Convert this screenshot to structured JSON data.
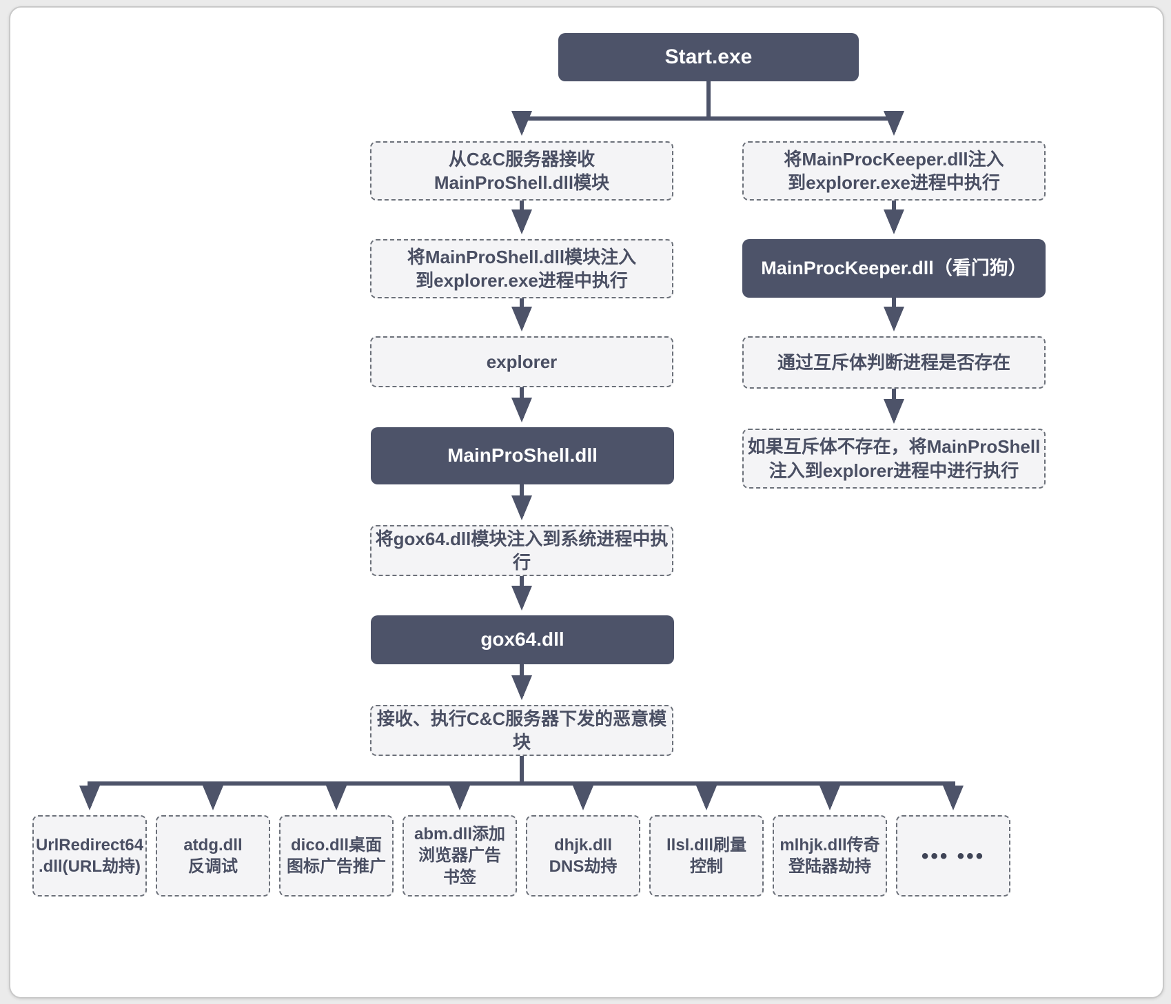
{
  "colors": {
    "dark_box": "#4d5369",
    "light_box_fill": "#f4f4f6",
    "dashed_border": "#6b7079",
    "connector": "#4d5369",
    "dark_text": "#4a4f63",
    "light_text": "#ffffff"
  },
  "flowchart": {
    "root": {
      "label": "Start.exe"
    },
    "left_branch": [
      {
        "label": "从C&C服务器接收\nMainProShell.dll模块",
        "style": "dashed"
      },
      {
        "label": "将MainProShell.dll模块注入\n到explorer.exe进程中执行",
        "style": "dashed"
      },
      {
        "label": "explorer",
        "style": "dashed"
      },
      {
        "label": "MainProShell.dll",
        "style": "solid"
      },
      {
        "label": "将gox64.dll模块注入到系统进程中执行",
        "style": "dashed"
      },
      {
        "label": "gox64.dll",
        "style": "solid"
      },
      {
        "label": "接收、执行C&C服务器下发的恶意模块",
        "style": "dashed"
      }
    ],
    "right_branch": [
      {
        "label": "将MainProcKeeper.dll注入\n到explorer.exe进程中执行",
        "style": "dashed"
      },
      {
        "label": "MainProcKeeper.dll（看门狗）",
        "style": "solid"
      },
      {
        "label": "通过互斥体判断进程是否存在",
        "style": "dashed"
      },
      {
        "label": "如果互斥体不存在，将MainProShell\n注入到explorer进程中进行执行",
        "style": "dashed"
      }
    ],
    "payload_modules": [
      {
        "label": "UrlRedirect64\n.dll(URL劫持)"
      },
      {
        "label": "atdg.dll\n反调试"
      },
      {
        "label": "dico.dll桌面\n图标广告推广"
      },
      {
        "label": "abm.dll添加\n浏览器广告\n书签"
      },
      {
        "label": "dhjk.dll\nDNS劫持"
      },
      {
        "label": "llsl.dll刷量\n控制"
      },
      {
        "label": "mlhjk.dll传奇\n登陆器劫持"
      },
      {
        "label": "••• •••"
      }
    ]
  }
}
